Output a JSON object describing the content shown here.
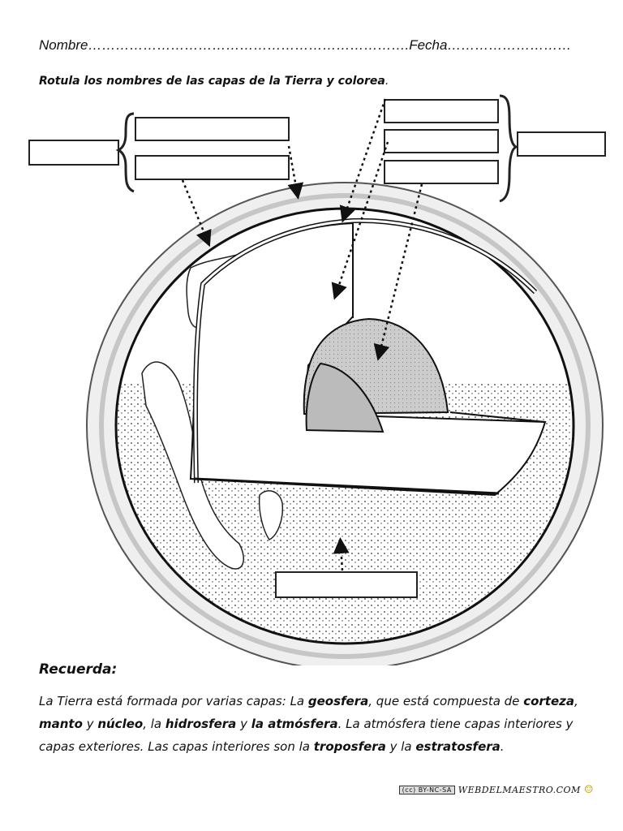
{
  "header": {
    "nombre_label": "Nombre…………………………………………………………….",
    "fecha_label": "Fecha………………………"
  },
  "instruction": {
    "text": "Rotula los nombres de las capas de la Tierra y colorea",
    "period": "."
  },
  "recuerda": {
    "title": "Recuerda:",
    "t1": "La Tierra está formada por varias capas: La ",
    "geosfera": "geosfera",
    "t2": ", que está compuesta de ",
    "corteza": "corteza",
    "t3": ", ",
    "manto": "manto",
    "t4": " y ",
    "nucleo": "núcleo",
    "t5": ", la ",
    "hidrosfera": "hidrosfera",
    "t6": " y ",
    "atmosfera": "la atmósfera",
    "t7": ". La atmósfera tiene capas interiores y capas exteriores. Las capas interiores son la ",
    "troposfera": "troposfera",
    "t8": " y la ",
    "estratosfera": "estratosfera",
    "t9": "."
  },
  "footer": {
    "license": "(cc) BY-NC-SA",
    "site": "WEBDELMAESTRO.COM",
    "smiley": "☺"
  }
}
